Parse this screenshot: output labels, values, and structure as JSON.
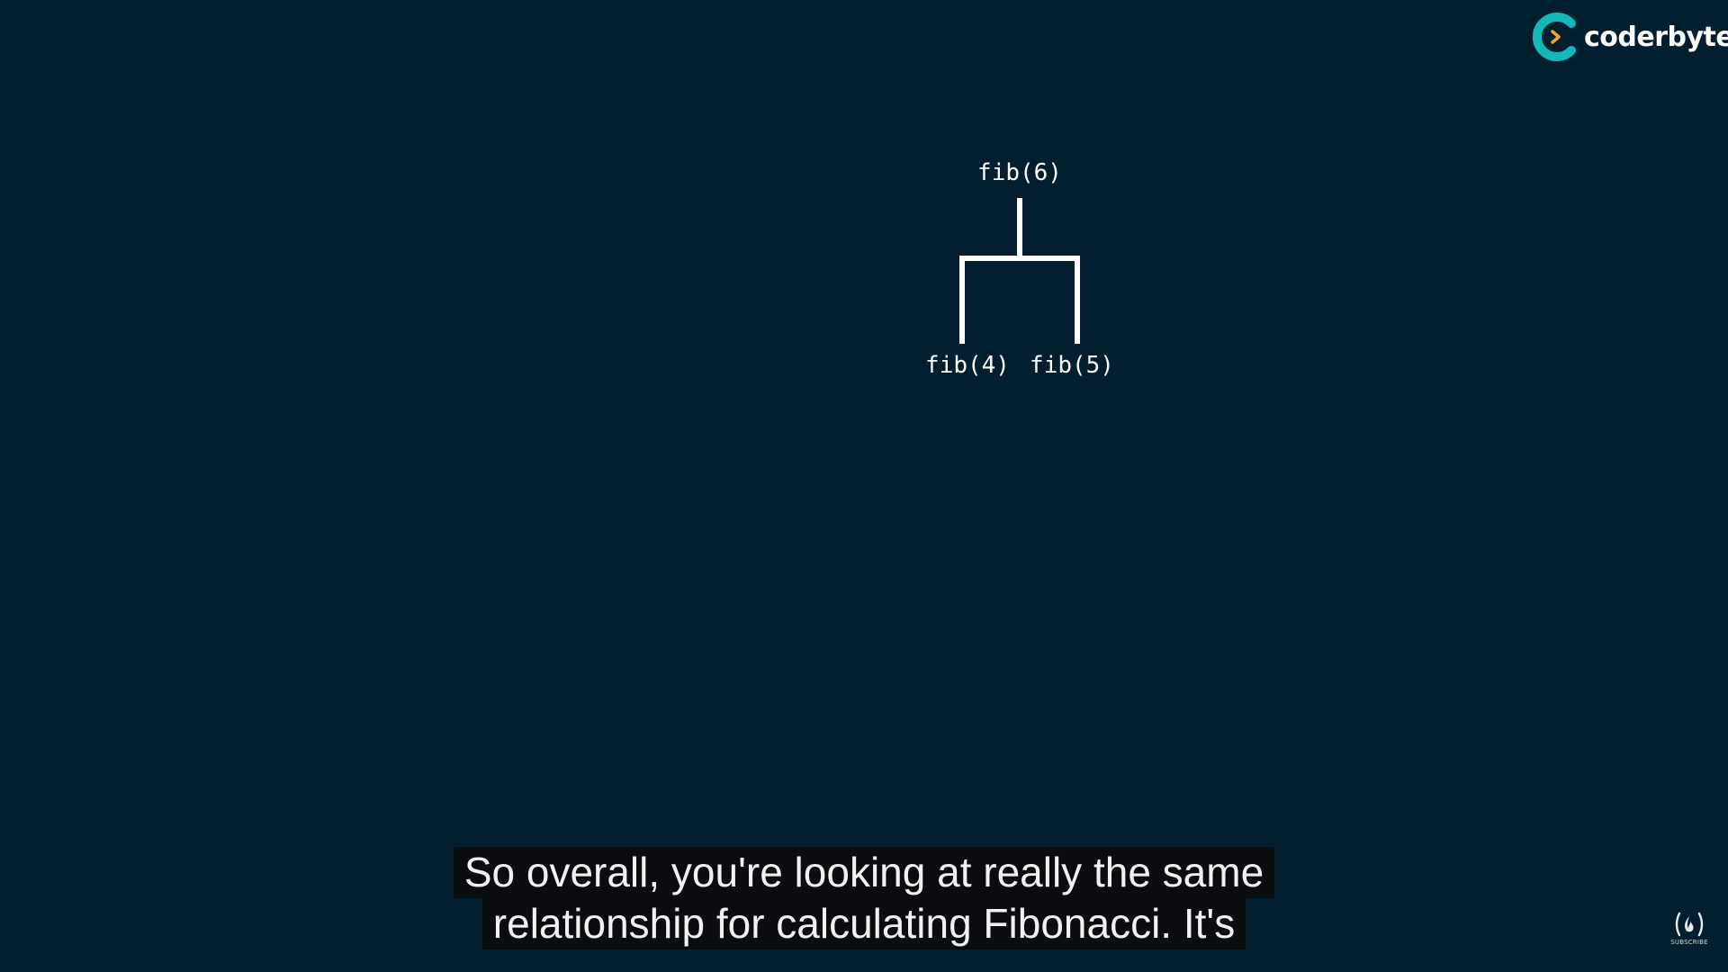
{
  "brand": {
    "name": "coderbyte",
    "accent": "#14b8b8",
    "arrow_color": "#f5a623"
  },
  "tree": {
    "root": "fib(6)",
    "children": [
      "fib(4)",
      "fib(5)"
    ],
    "line_color": "#ffffff"
  },
  "subtitle": {
    "lines": [
      "So overall, you're looking at really the same",
      "relationship for calculating Fibonacci. It's"
    ]
  },
  "watermark": {
    "label": "SUBSCRIBE",
    "icon": "freecodecamp-fire-icon"
  }
}
